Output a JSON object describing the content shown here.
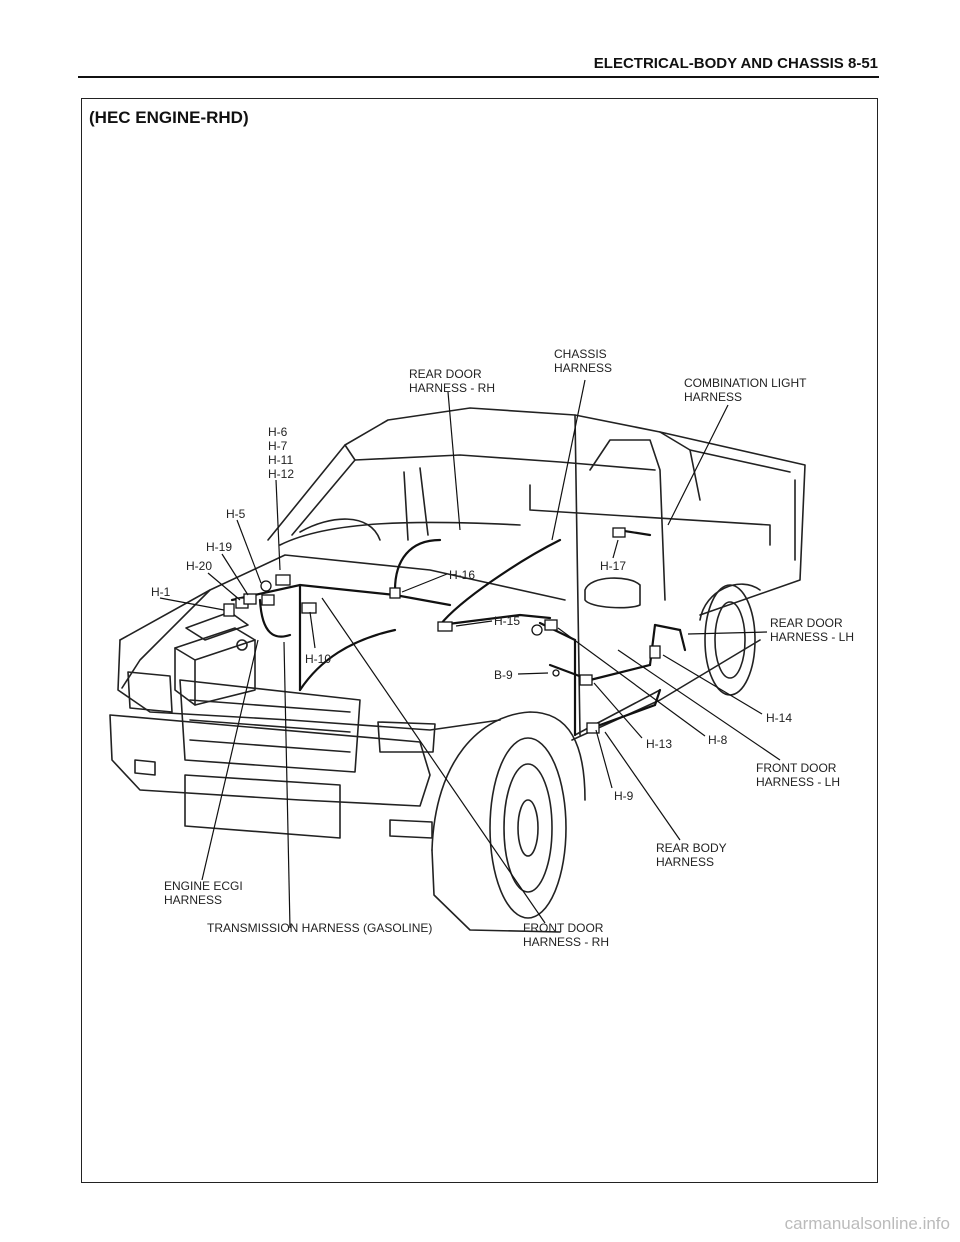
{
  "header": {
    "title": "ELECTRICAL-BODY AND CHASSIS  8-51"
  },
  "section_title": "(HEC ENGINE-RHD)",
  "labels": {
    "rear_door_rh_1": "REAR DOOR",
    "rear_door_rh_2": "HARNESS - RH",
    "chassis_1": "CHASSIS",
    "chassis_2": "HARNESS",
    "combination_1": "COMBINATION LIGHT",
    "combination_2": "HARNESS",
    "h6": "H-6",
    "h7": "H-7",
    "h11": "H-11",
    "h12": "H-12",
    "h5": "H-5",
    "h19": "H-19",
    "h20": "H-20",
    "h1": "H-1",
    "h16": "H-16",
    "h17": "H-17",
    "h15": "H-15",
    "h10": "H-10",
    "b9": "B-9",
    "rear_door_lh_1": "REAR DOOR",
    "rear_door_lh_2": "HARNESS - LH",
    "h14": "H-14",
    "h13": "H-13",
    "h8": "H-8",
    "front_door_lh_1": "FRONT DOOR",
    "front_door_lh_2": "HARNESS - LH",
    "h9": "H-9",
    "rear_body_1": "REAR BODY",
    "rear_body_2": "HARNESS",
    "engine_ecgi_1": "ENGINE ECGI",
    "engine_ecgi_2": "HARNESS",
    "transmission": "TRANSMISSION HARNESS (GASOLINE)",
    "front_door_rh_1": "FRONT DOOR",
    "front_door_rh_2": "HARNESS - RH"
  },
  "watermark": "carmanualsonline.info"
}
